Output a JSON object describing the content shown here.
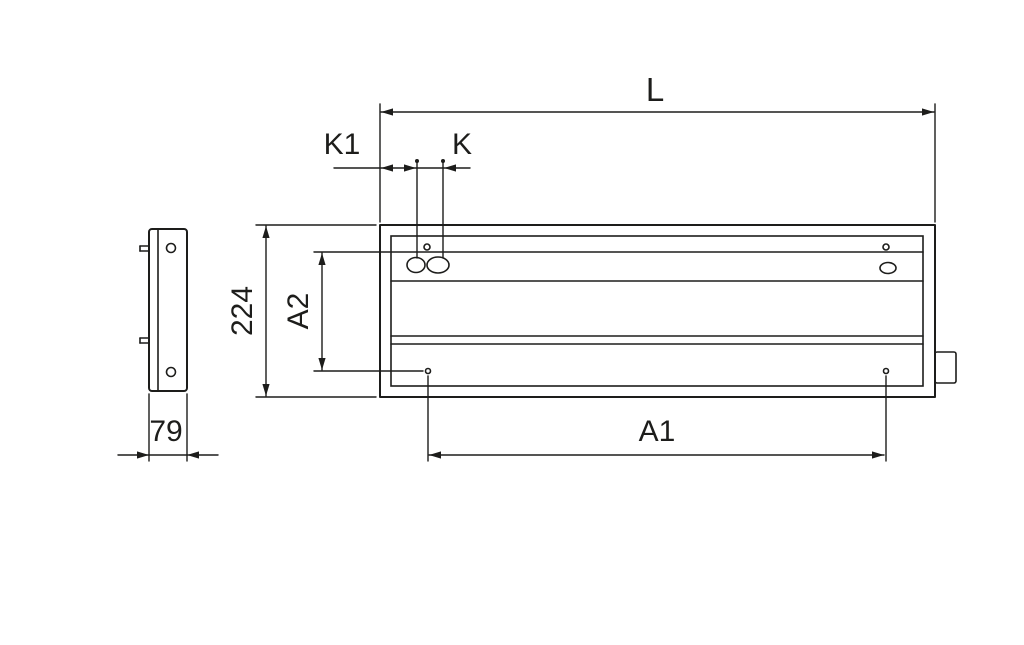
{
  "dimension_labels": {
    "L": "L",
    "K1": "K1",
    "K": "K",
    "height": "224",
    "A2": "A2",
    "A1": "A1",
    "depth": "79"
  },
  "colors": {
    "line": "#1d1d1b",
    "background": "#ffffff"
  }
}
